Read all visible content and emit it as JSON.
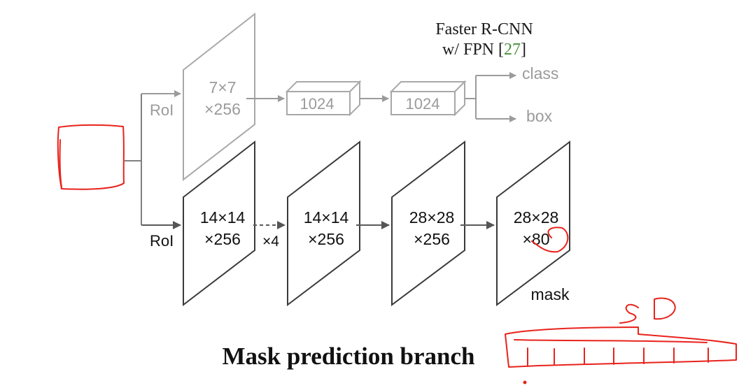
{
  "header": {
    "line1": "Faster R-CNN",
    "line2_prefix": "w/ FPN ",
    "citation_open": "[",
    "citation_number": "27",
    "citation_close": "]"
  },
  "top_branch": {
    "roi_label": "RoI",
    "feature": {
      "line1": "7×7",
      "line2": "×256"
    },
    "fc1": "1024",
    "fc2": "1024",
    "out_class": "class",
    "out_box": "box"
  },
  "mask_branch": {
    "roi_label": "RoI",
    "f1": {
      "line1": "14×14",
      "line2": "×256"
    },
    "repeat": "×4",
    "f2": {
      "line1": "14×14",
      "line2": "×256"
    },
    "f3": {
      "line1": "28×28",
      "line2": "×256"
    },
    "f4": {
      "line1": "28×28",
      "line2": "×80"
    },
    "mask_label": "mask"
  },
  "caption": "Mask prediction branch",
  "colors": {
    "gray": "#9b9b9b",
    "dark": "#4a4a4a",
    "citation_green": "#4a8f3c",
    "annotation_red": "#e8231c"
  }
}
